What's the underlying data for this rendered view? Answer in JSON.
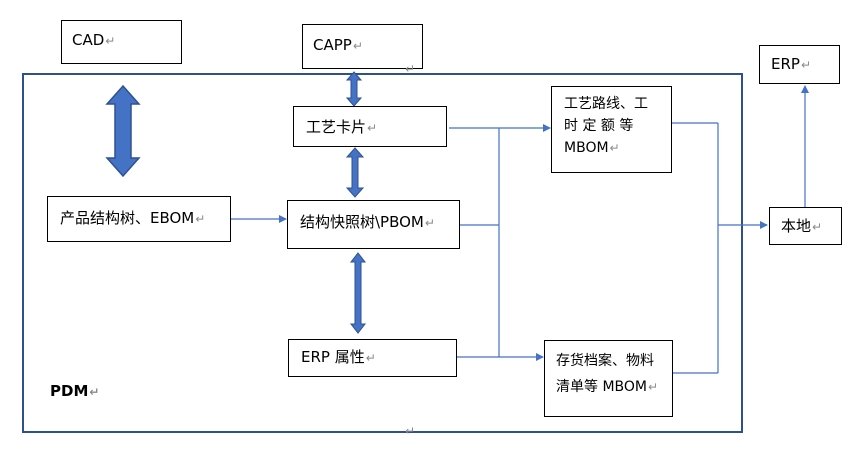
{
  "boxes": {
    "cad": "CAD",
    "capp": "CAPP",
    "erp_top": "ERP",
    "craft_card": "工艺卡片",
    "process_route_l1": "工艺路线、工",
    "process_route_l2": "时 定 额 等",
    "process_route_l3": "MBOM",
    "product_tree": "产品结构树、EBOM",
    "snapshot_tree": "结构快照树\\PBOM",
    "local": "本地",
    "erp_attr": "ERP 属性",
    "inventory_l1": "存货档案、物料",
    "inventory_l2": "清单等 MBOM"
  },
  "pdm_label": "PDM",
  "return_mark": "↵",
  "colors": {
    "frame": "#2f4f8f",
    "arrow": "#4472c4",
    "arrow_dark": "#2f528f"
  }
}
